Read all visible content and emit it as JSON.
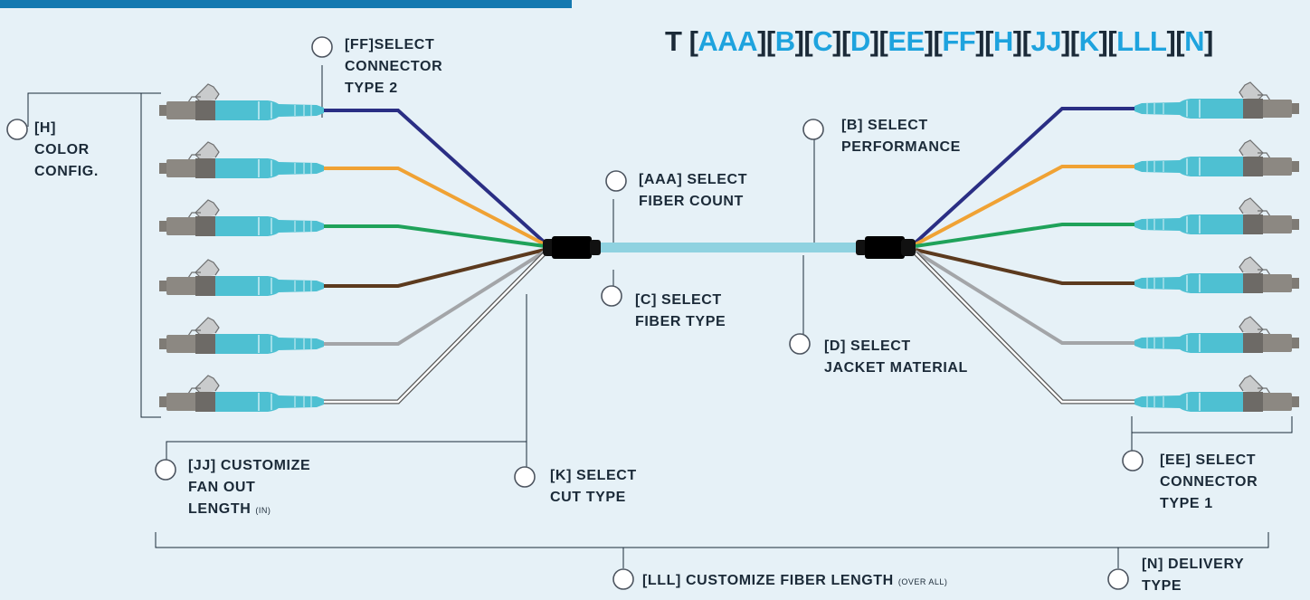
{
  "code": {
    "prefix": "T ",
    "fields": [
      "AAA",
      "B",
      "C",
      "D",
      "EE",
      "FF",
      "H",
      "JJ",
      "K",
      "LLL",
      "N"
    ]
  },
  "labels": {
    "ff": {
      "key": "[FF]",
      "text": "SELECT\nCONNECTOR\nTYPE 2"
    },
    "h": {
      "key": "[H]",
      "text": "\nCOLOR\nCONFIG."
    },
    "aaa": {
      "key": "[AAA]",
      "text": " SELECT\nFIBER COUNT"
    },
    "c": {
      "key": "[C]",
      "text": " SELECT\nFIBER TYPE"
    },
    "b": {
      "key": "[B]",
      "text": " SELECT\nPERFORMANCE"
    },
    "d": {
      "key": "[D]",
      "text": " SELECT\nJACKET MATERIAL"
    },
    "jj": {
      "key": "[JJ]",
      "text": " CUSTOMIZE\nFAN OUT\nLENGTH ",
      "small": "(IN)"
    },
    "k": {
      "key": "[K]",
      "text": " SELECT\nCUT TYPE"
    },
    "ee": {
      "key": "[EE]",
      "text": " SELECT\nCONNECTOR\nTYPE 1"
    },
    "lll": {
      "key": "[LLL]",
      "text": " CUSTOMIZE FIBER LENGTH ",
      "small": "(OVER ALL)"
    },
    "n": {
      "key": "[N]",
      "text": " DELIVERY\nTYPE"
    }
  },
  "colors": {
    "background": "#e6f1f7",
    "header_bar": "#1479b0",
    "accent": "#1ea3de",
    "text": "#1b2a38",
    "trunk": "#8fd2e0",
    "fibers": [
      "#2a2e84",
      "#f0a234",
      "#1fa25a",
      "#5c3a1e",
      "#a3a5a8",
      "#ffffff"
    ]
  }
}
